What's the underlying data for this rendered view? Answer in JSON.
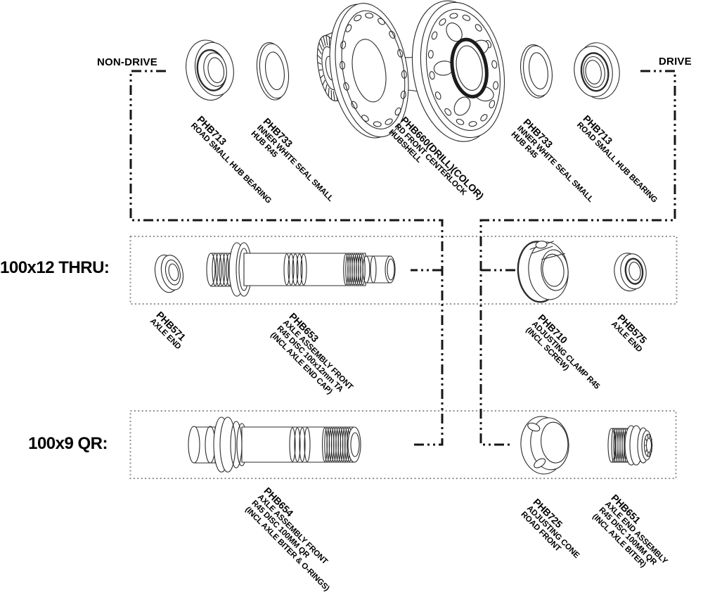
{
  "headers": {
    "non_drive": "NON-DRIVE",
    "drive": "DRIVE",
    "row_thru": "100x12 THRU:",
    "row_qr": "100x9 QR:"
  },
  "parts": {
    "phb713_left": {
      "number": "PHB713",
      "desc": [
        "ROAD SMALL HUB BEARING"
      ]
    },
    "phb733_left": {
      "number": "PHB733",
      "desc": [
        "INNER WHITE SEAL SMALL",
        "HUB R45"
      ]
    },
    "phb660": {
      "number": "PHB660(DRILL)(COLOR)",
      "desc": [
        "RD FRONT CENTERLOCK",
        "HUBSHELL"
      ]
    },
    "phb733_right": {
      "number": "PHB733",
      "desc": [
        "INNER WHITE SEAL SMALL",
        "HUB R45"
      ]
    },
    "phb713_right": {
      "number": "PHB713",
      "desc": [
        "ROAD SMALL HUB BEARING"
      ]
    },
    "phb571": {
      "number": "PHB571",
      "desc": [
        "AXLE END"
      ]
    },
    "phb653": {
      "number": "PHB653",
      "desc": [
        "AXLE ASSEMBLY FRONT",
        "R45 DISC 100x12mm TA",
        "(INCL AXLE END CAP)"
      ]
    },
    "phb710": {
      "number": "PHB710",
      "desc": [
        "ADJUSTING CLAMP R45",
        "(INCL. SCREW)"
      ]
    },
    "phb575": {
      "number": "PHB575",
      "desc": [
        "AXLE END"
      ]
    },
    "phb654": {
      "number": "PHB654",
      "desc": [
        "AXLE ASSEMBLY FRONT",
        "R45 DISC 100MM QR",
        "(INCL AXLE BITER & O-RINGS)"
      ]
    },
    "phb725": {
      "number": "PHB725",
      "desc": [
        "ADJUSTING CONE",
        "ROAD FRONT"
      ]
    },
    "phb651": {
      "number": "PHB651",
      "desc": [
        "AXLE END ASSEMBLY",
        "R45 DISC 100MM QR",
        "(INCL AXLE BITER)"
      ]
    }
  },
  "colors": {
    "leader_line": "#151515",
    "group_box": "#8e8e8e",
    "art_line": "#2b2b2b",
    "text": "#000000",
    "background": "#ffffff"
  }
}
